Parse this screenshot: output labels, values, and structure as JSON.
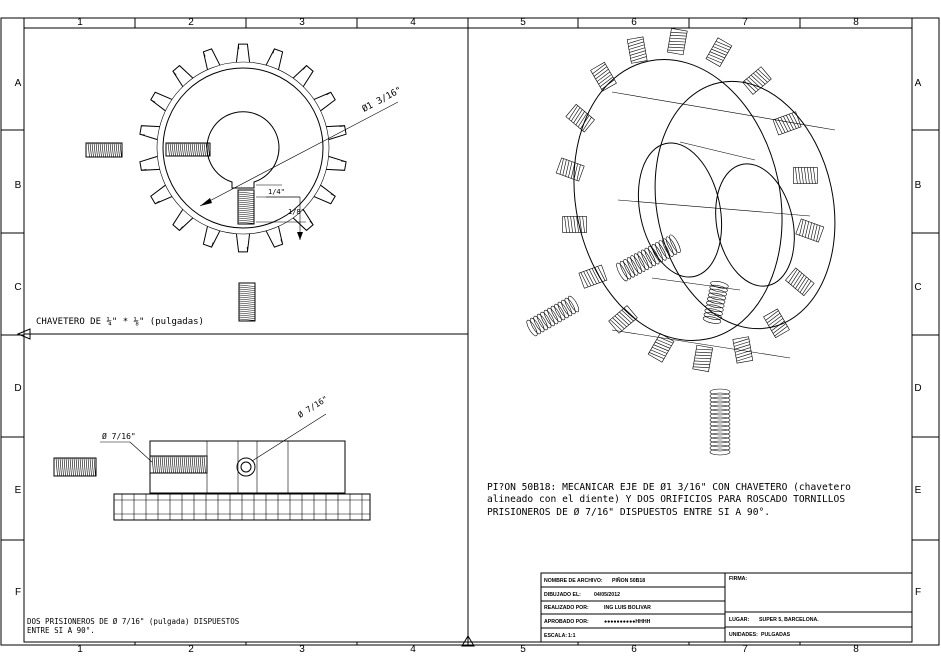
{
  "zones": {
    "columns": [
      "1",
      "2",
      "3",
      "4",
      "5",
      "6",
      "7",
      "8"
    ],
    "rows": [
      "A",
      "B",
      "C",
      "D",
      "E",
      "F"
    ]
  },
  "front_view": {
    "keyway_note": "CHAVETERO DE ¼\" * ⅛\" (pulgadas)",
    "dim_bore": "Ø1 3/16\"",
    "dim_key_width": "1/4\"",
    "dim_key_depth": "1/8\""
  },
  "side_view": {
    "dim_left": "Ø 7/16\"",
    "dim_right": "Ø 7/16\"",
    "note_line1": "DOS PRISIONEROS DE Ø 7/16\" (pulgada) DISPUESTOS",
    "note_line2": "ENTRE SI A 90°."
  },
  "description": {
    "line1": "PI?ON 50B18: MECANICAR EJE DE Ø1 3/16\" CON CHAVETERO (chavetero",
    "line2": "alineado con el diente) Y DOS ORIFICIOS PARA ROSCADO TORNILLOS",
    "line3": "PRISIONEROS DE Ø 7/16\" DISPUESTOS ENTRE SI A 90°."
  },
  "title_block": {
    "file_label": "NOMBRE DE ARCHIVO:",
    "file_value": "PIÑON 50B18",
    "drawn_label": "DIBUJADO EL:",
    "drawn_value": "04/05/2012",
    "made_label": "REALIZADO POR:",
    "made_value": "ING LUIS BOLIVAR",
    "approved_label": "APROBADO POR:",
    "approved_value": "●●●●●●●●●●HHHH",
    "scale_label": "ESCALA:",
    "scale_value": "1:1",
    "signature_label": "FIRMA:",
    "place_label": "LUGAR:",
    "place_value": "SUPER 5, BARCELONA.",
    "units_label": "UNIDADES:",
    "units_value": "PULGADAS"
  }
}
